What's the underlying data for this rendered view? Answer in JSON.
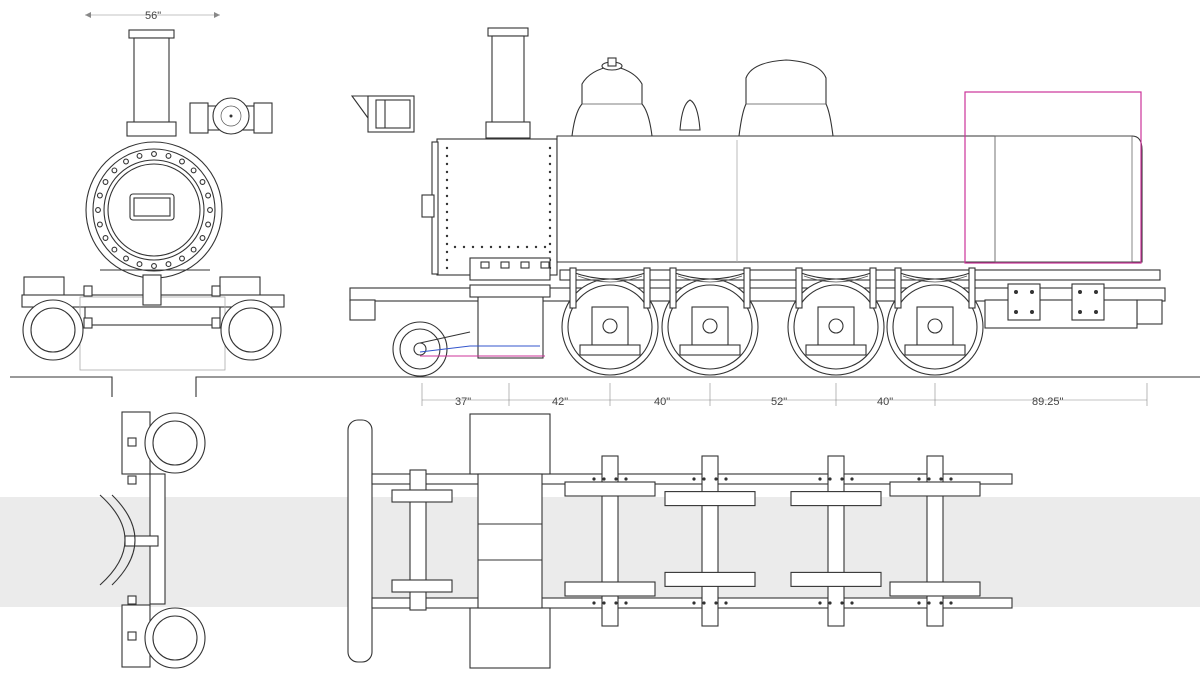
{
  "drawing": {
    "dimensions": {
      "front_gauge": "56\"",
      "spacings": [
        "37\"",
        "42\"",
        "40\"",
        "52\"",
        "40\"",
        "89.25\""
      ]
    },
    "colors": {
      "line": "#333333",
      "band": "#ebebeb",
      "magenta": "#cc3399",
      "blue": "#3355cc"
    }
  }
}
